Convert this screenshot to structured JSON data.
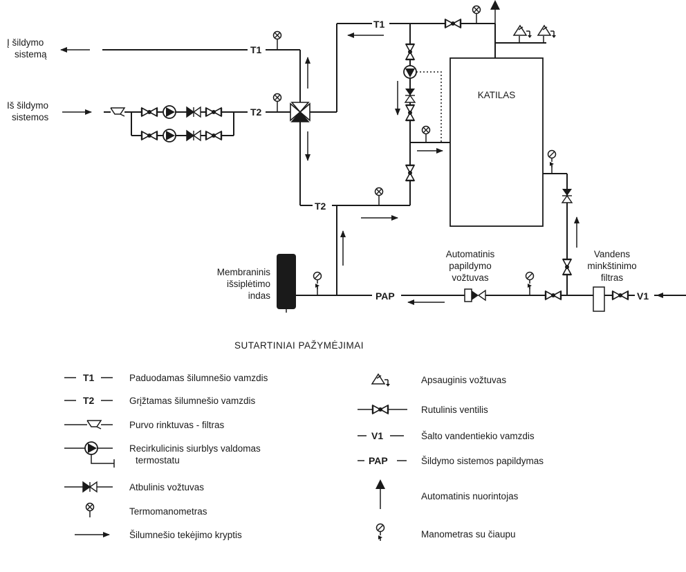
{
  "boiler": {
    "label": "KATILAS"
  },
  "pipe_labels": {
    "t1_left": "T1",
    "t2_left": "T2",
    "t1_top": "T1",
    "t2_bottom": "T2",
    "pap": "PAP",
    "v1": "V1"
  },
  "side_labels": {
    "to_heating": [
      "Į šildymo",
      "sistemą"
    ],
    "from_heating": [
      "Iš šildymo",
      "sistemos"
    ],
    "expansion_vessel": [
      "Membraninis",
      "išsiplėtimo",
      "indas"
    ],
    "auto_fill_valve": [
      "Automatinis",
      "papildymo",
      "vožtuvas"
    ],
    "softener_filter": [
      "Vandens",
      "minkštinimo",
      "filtras"
    ]
  },
  "legend": {
    "title": "SUTARTINIAI  PAŽYMĖJIMAI",
    "left": [
      {
        "symbol": "T1",
        "text": "Paduodamas šilumnešio vamzdis",
        "icon": "line-code"
      },
      {
        "symbol": "T2",
        "text": "Grįžtamas šilumnešio vamzdis",
        "icon": "line-code"
      },
      {
        "symbol": "",
        "text": "Purvo rinktuvas - filtras",
        "icon": "dirt-filter-icon"
      },
      {
        "symbol": "",
        "text": [
          "Recirkulicinis siurblys valdomas",
          "termostatu"
        ],
        "icon": "pump-icon"
      },
      {
        "symbol": "",
        "text": "Atbulinis vožtuvas",
        "icon": "check-valve-icon"
      },
      {
        "symbol": "",
        "text": "Termomanometras",
        "icon": "thermomanometer-icon"
      },
      {
        "symbol": "",
        "text": "Šilumnešio tekėjimo kryptis",
        "icon": "flow-arrow-icon"
      }
    ],
    "right": [
      {
        "symbol": "",
        "text": "Apsauginis vožtuvas",
        "icon": "safety-valve-icon"
      },
      {
        "symbol": "",
        "text": "Rutulinis ventilis",
        "icon": "ball-valve-icon"
      },
      {
        "symbol": "V1",
        "text": "Šalto vandentiekio vamzdis",
        "icon": "line-code"
      },
      {
        "symbol": "PAP",
        "text": "Šildymo sistemos papildymas",
        "icon": "line-code"
      },
      {
        "symbol": "",
        "text": "Automatinis nuorintojas",
        "icon": "air-vent-icon"
      },
      {
        "symbol": "",
        "text": "Manometras su čiaupu",
        "icon": "manometer-icon"
      }
    ]
  },
  "colors": {
    "ink": "#1a1a1a",
    "vessel": "#1a1a1a",
    "background": "#ffffff"
  }
}
